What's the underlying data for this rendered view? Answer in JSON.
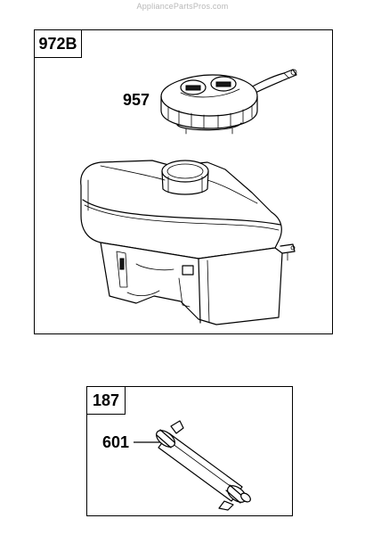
{
  "watermark": "AppliancePartsPros.com",
  "panels": [
    {
      "id": "972B",
      "callouts": [
        {
          "number": "957",
          "part": "fuel-cap"
        }
      ],
      "illustration": "fuel-tank"
    },
    {
      "id": "187",
      "callouts": [
        {
          "number": "601",
          "part": "fuel-line"
        }
      ],
      "illustration": "fuel-hose-with-clamps"
    }
  ]
}
